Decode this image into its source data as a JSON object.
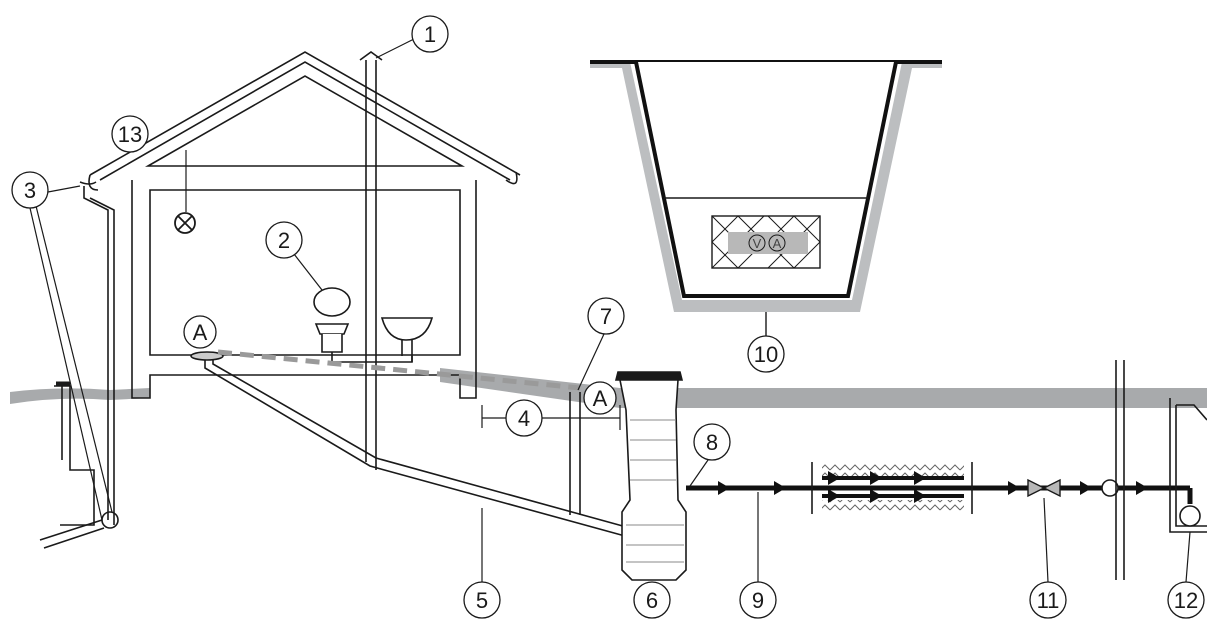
{
  "colors": {
    "ink": "#1a1a1a",
    "ground": "#a8aaac",
    "pipe_dark": "#111111",
    "dashed_line": "#9a9a9a",
    "valve_fill": "#b8b8b8"
  },
  "callouts": [
    {
      "id": "1",
      "label": "1"
    },
    {
      "id": "2",
      "label": "2"
    },
    {
      "id": "3",
      "label": "3"
    },
    {
      "id": "4",
      "label": "4"
    },
    {
      "id": "5",
      "label": "5"
    },
    {
      "id": "6",
      "label": "6"
    },
    {
      "id": "7",
      "label": "7"
    },
    {
      "id": "8",
      "label": "8"
    },
    {
      "id": "9",
      "label": "9"
    },
    {
      "id": "10",
      "label": "10"
    },
    {
      "id": "11",
      "label": "11"
    },
    {
      "id": "12",
      "label": "12"
    },
    {
      "id": "13",
      "label": "13"
    }
  ],
  "markers": {
    "level_a_house": "A",
    "level_a_tank": "A",
    "valve_v": "V",
    "valve_a": "A"
  }
}
